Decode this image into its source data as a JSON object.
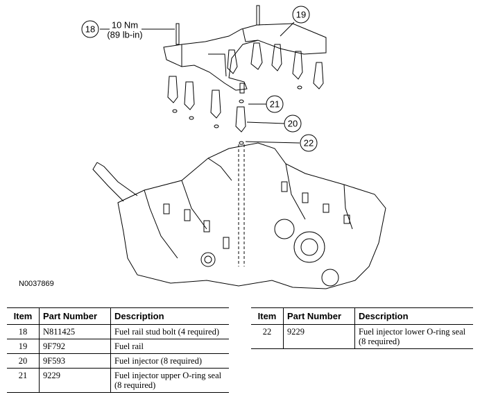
{
  "figure": {
    "id": "N0037869",
    "callouts": [
      {
        "number": "18",
        "label_line1": "10 Nm",
        "label_line2": "(89 lb-in)"
      },
      {
        "number": "19"
      },
      {
        "number": "20"
      },
      {
        "number": "21"
      },
      {
        "number": "22"
      }
    ]
  },
  "table_headers": {
    "item": "Item",
    "part_number": "Part Number",
    "description": "Description"
  },
  "table_left": [
    {
      "item": "18",
      "part_number": "N811425",
      "description": "Fuel rail stud bolt (4 required)"
    },
    {
      "item": "19",
      "part_number": "9F792",
      "description": "Fuel rail"
    },
    {
      "item": "20",
      "part_number": "9F593",
      "description": "Fuel injector (8 required)"
    },
    {
      "item": "21",
      "part_number": "9229",
      "description": "Fuel injector upper O-ring seal (8 required)"
    }
  ],
  "table_right": [
    {
      "item": "22",
      "part_number": "9229",
      "description": "Fuel injector lower O-ring seal (8 required)"
    }
  ]
}
